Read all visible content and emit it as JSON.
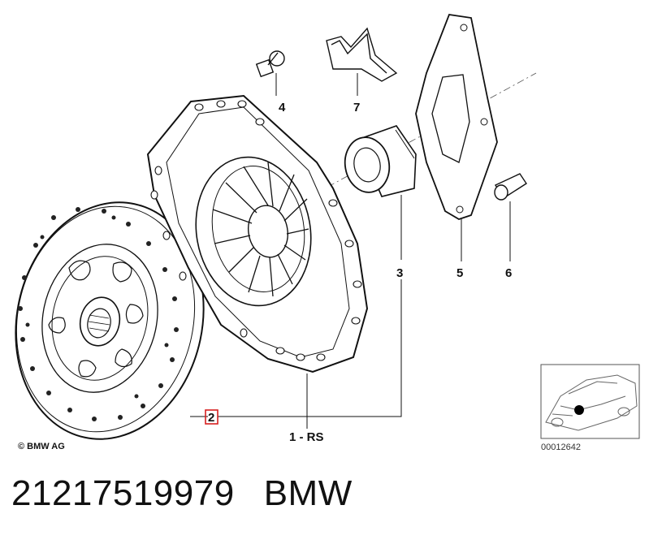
{
  "diagram": {
    "callouts": {
      "c1": "1 - RS",
      "c2": "2",
      "c3": "3",
      "c4": "4",
      "c5": "5",
      "c6": "6",
      "c7": "7"
    },
    "copyright": "© BMW AG",
    "inset_reference": "00012642",
    "highlight_color": "#d62020"
  },
  "caption": {
    "part_number": "21217519979",
    "brand": "BMW"
  }
}
